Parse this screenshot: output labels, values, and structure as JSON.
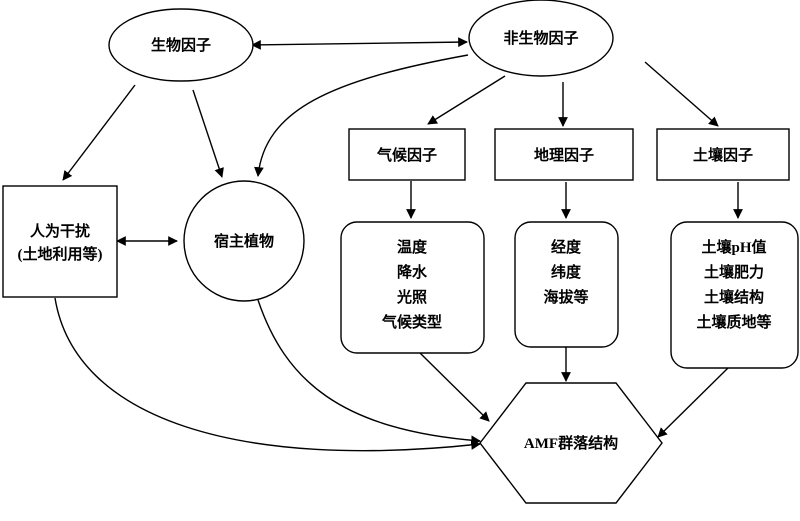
{
  "nodes": {
    "biotic": {
      "label": "生物因子"
    },
    "abiotic": {
      "label": "非生物因子"
    },
    "human": {
      "lines": [
        "人为干扰",
        "(土地利用等)"
      ]
    },
    "host": {
      "label": "宿主植物"
    },
    "climate": {
      "label": "气候因子"
    },
    "geo": {
      "label": "地理因子"
    },
    "soil": {
      "label": "土壤因子"
    },
    "climate_detail": {
      "lines": [
        "温度",
        "降水",
        "光照",
        "气候类型"
      ]
    },
    "geo_detail": {
      "lines": [
        "经度",
        "纬度",
        "海拔等"
      ]
    },
    "soil_detail": {
      "lines": [
        "土壤pH值",
        "土壤肥力",
        "土壤结构",
        "土壤质地等"
      ]
    },
    "amf": {
      "label": "AMF群落结构"
    }
  }
}
